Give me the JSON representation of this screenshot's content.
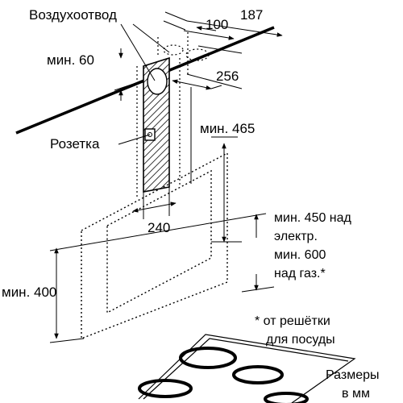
{
  "labels": {
    "air_outlet": "Воздухоотвод",
    "dim_187": "187",
    "dim_100": "100",
    "min_60": "мин. 60",
    "dim_256": "256",
    "socket": "Розетка",
    "min_465": "мин. 465",
    "dim_240": "240",
    "min_450_line1": "мин. 450 над",
    "min_450_line2": "электр.",
    "min_600_line1": "мин. 600",
    "min_600_line2": "над газ.*",
    "min_400": "мин. 400",
    "footnote_line1": "* от решётки",
    "footnote_line2": "для посуды",
    "units_line1": "Размеры",
    "units_line2": "в мм"
  }
}
